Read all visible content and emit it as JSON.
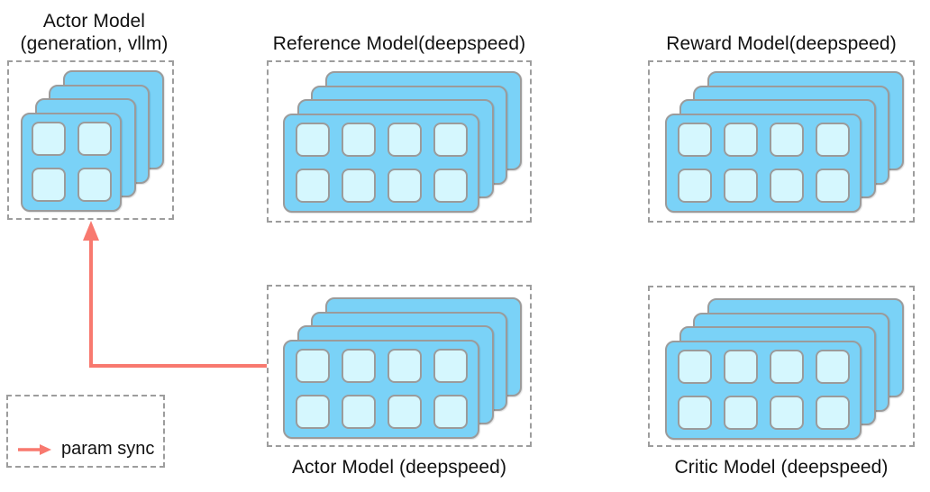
{
  "diagram": {
    "models": {
      "actor_vllm": {
        "title_line1": "Actor Model",
        "title_line2": "(generation, vllm)",
        "gpus": {
          "layers": 4,
          "rows": 2,
          "cols": 2
        }
      },
      "reference": {
        "title": "Reference Model(deepspeed)",
        "gpus": {
          "layers": 4,
          "rows": 2,
          "cols": 4
        }
      },
      "reward": {
        "title": "Reward Model(deepspeed)",
        "gpus": {
          "layers": 4,
          "rows": 2,
          "cols": 4
        }
      },
      "actor_deepspeed": {
        "title": "Actor Model (deepspeed)",
        "gpus": {
          "layers": 4,
          "rows": 2,
          "cols": 4
        }
      },
      "critic": {
        "title": "Critic Model (deepspeed)",
        "gpus": {
          "layers": 4,
          "rows": 2,
          "cols": 4
        }
      }
    },
    "legend": {
      "label": "param sync"
    },
    "param_sync_arrow": {
      "from": "Actor Model (deepspeed)",
      "to": "Actor Model (generation, vllm)"
    },
    "colors": {
      "card_blue": "#7AD2F7",
      "gpu_cyan": "#D5F7FE",
      "edge_gray": "#9B9B9B",
      "dash_gray": "#9D9D9D",
      "arrow_red": "#F8796F",
      "text": "#111111"
    }
  }
}
